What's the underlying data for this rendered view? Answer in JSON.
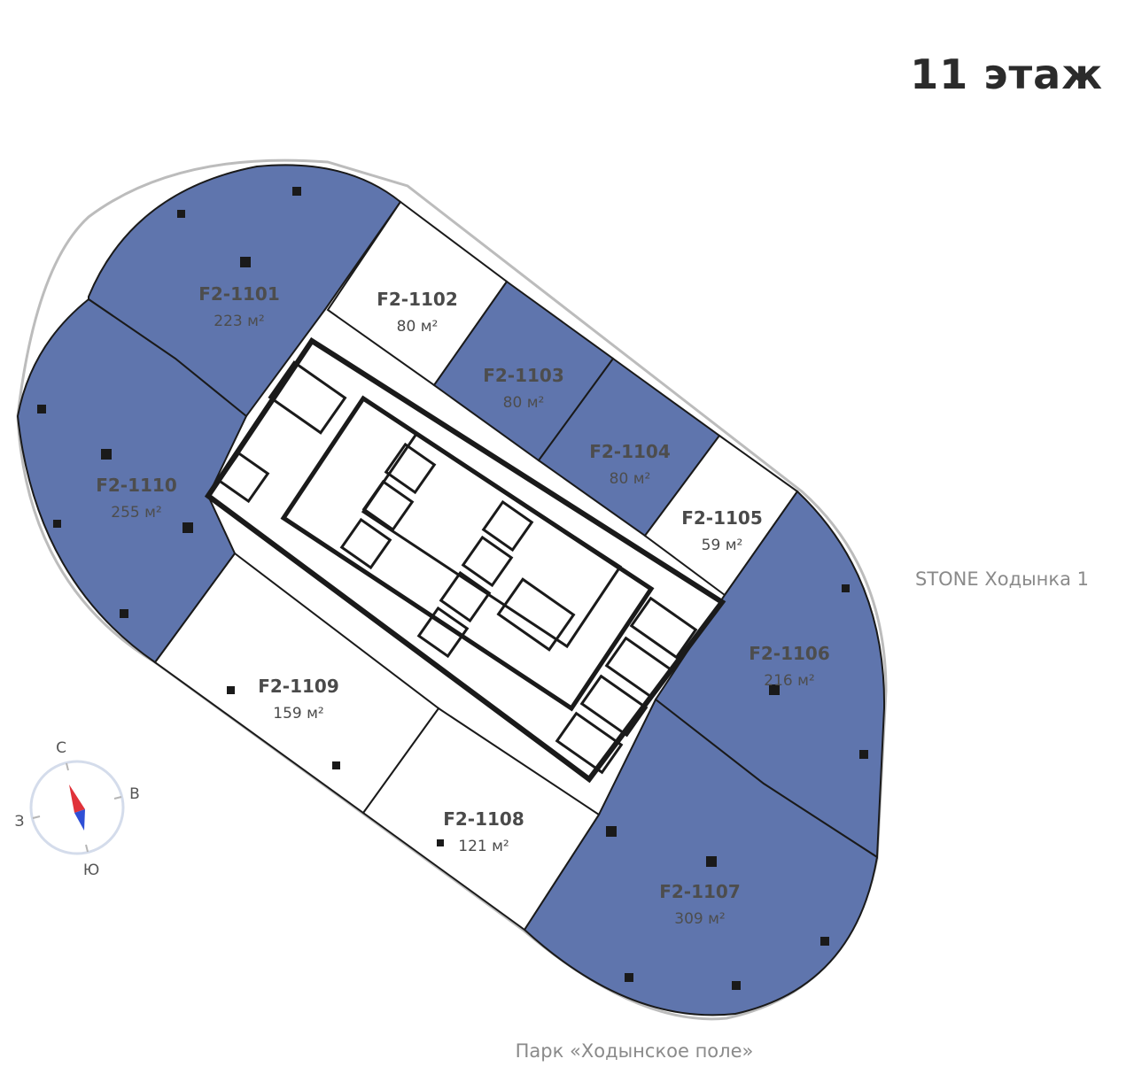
{
  "header": {
    "floor_title": "11 этаж"
  },
  "labels": {
    "building": "STONE Ходынка 1",
    "park": "Парк «Ходынское поле»"
  },
  "compass": {
    "north": "С",
    "east": "В",
    "south": "Ю",
    "west": "З"
  },
  "colors": {
    "available": "#5f75ad",
    "unavailable": "#ffffff",
    "wall": "#1a1a1a"
  },
  "units": [
    {
      "id": "F2-1101",
      "area": "223 м²",
      "available": true
    },
    {
      "id": "F2-1102",
      "area": "80 м²",
      "available": false
    },
    {
      "id": "F2-1103",
      "area": "80 м²",
      "available": true
    },
    {
      "id": "F2-1104",
      "area": "80 м²",
      "available": true
    },
    {
      "id": "F2-1105",
      "area": "59 м²",
      "available": false
    },
    {
      "id": "F2-1106",
      "area": "216 м²",
      "available": true
    },
    {
      "id": "F2-1107",
      "area": "309 м²",
      "available": true
    },
    {
      "id": "F2-1108",
      "area": "121 м²",
      "available": false
    },
    {
      "id": "F2-1109",
      "area": "159 м²",
      "available": false
    },
    {
      "id": "F2-1110",
      "area": "255 м²",
      "available": true
    }
  ]
}
